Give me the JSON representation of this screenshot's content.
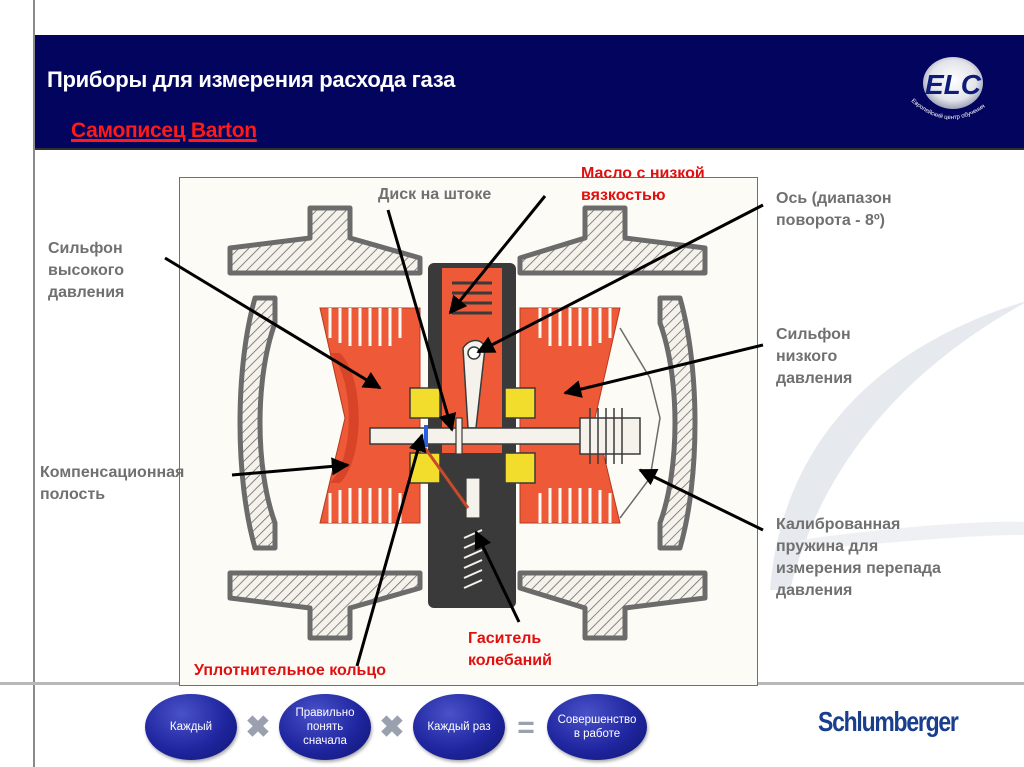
{
  "header": {
    "title": "Приборы для измерения расхода газа",
    "subtitle": "Самописец Barton",
    "logo": {
      "text": "ELC",
      "caption": "Европейский центр обучения"
    }
  },
  "colors": {
    "header_bg": "#02045e",
    "accent_red": "#e01010",
    "label_gray": "#707070",
    "bellows_orange": "#ee5a38",
    "bearing_yellow": "#f2dc2c",
    "schlumberger_blue": "#1a3e8e"
  },
  "diagram": {
    "labels": {
      "high_pressure_bellows": "Сильфон высокого давления",
      "compensation_cavity": "Компенсационная полость",
      "stem_disk": "Диск на штоке",
      "low_viscosity_oil": "Масло с низкой вязкостью",
      "axis": "Ось (диапазон поворота - 8º)",
      "low_pressure_bellows": "Сильфон низкого давления",
      "calibrated_spring": "Калиброванная пружина для измерения перепада давления",
      "damper": "Гаситель колебаний",
      "seal_ring": "Уплотнительное кольцо"
    }
  },
  "footer": {
    "flow": [
      {
        "type": "bubble",
        "text": "Каждый"
      },
      {
        "type": "operator",
        "icon": "multiply-icon",
        "text": "✖"
      },
      {
        "type": "bubble",
        "text": "Правильно понять сначала"
      },
      {
        "type": "operator",
        "icon": "multiply-icon",
        "text": "✖"
      },
      {
        "type": "bubble",
        "text": "Каждый раз"
      },
      {
        "type": "operator",
        "icon": "equals-icon",
        "text": "="
      },
      {
        "type": "bubble",
        "text": "Совершенство в работе"
      }
    ],
    "brand": "Schlumberger"
  }
}
